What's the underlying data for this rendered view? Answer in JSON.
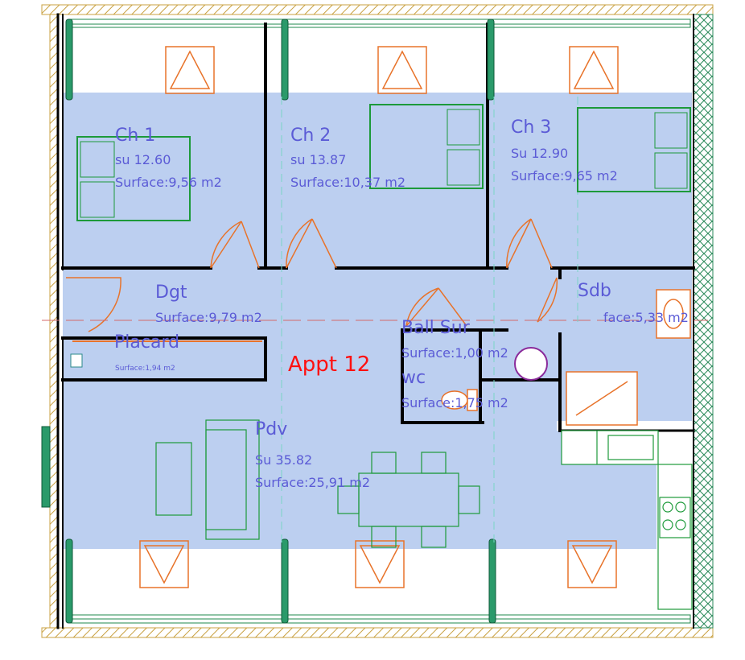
{
  "plan": {
    "title": "Appt 12",
    "colors": {
      "floor": "#bccff0",
      "wall": "#000000",
      "window": "#1f8a4c",
      "door": "#e8732a",
      "furniture": "#1d9a3a",
      "label": "#5b5bd6",
      "title": "#ff1010",
      "hatch": "#c8a040"
    },
    "rooms": {
      "ch1": {
        "name": "Ch 1",
        "su": "su 12.60",
        "surface": "Surface:9,56 m2"
      },
      "ch2": {
        "name": "Ch 2",
        "su": "su 13.87",
        "surface": "Surface:10,37 m2"
      },
      "ch3": {
        "name": "Ch 3",
        "su": "Su 12.90",
        "surface": "Surface:9,65 m2"
      },
      "dgt": {
        "name": "Dgt",
        "surface": "Surface:9,79 m2"
      },
      "sdb": {
        "name": "Sdb",
        "surface": "face:5,33 m2"
      },
      "placard": {
        "name": "Placard",
        "surface": "Surface:1,94 m2"
      },
      "ballsur": {
        "name": "Ball Sur",
        "surface": "Surface:1,00 m2"
      },
      "wc": {
        "name": "wc",
        "surface": "Surface:1,75 m2"
      },
      "pdv": {
        "name": "Pdv",
        "su": "Su 35.82",
        "surface": "Surface:25,91 m2"
      }
    }
  }
}
